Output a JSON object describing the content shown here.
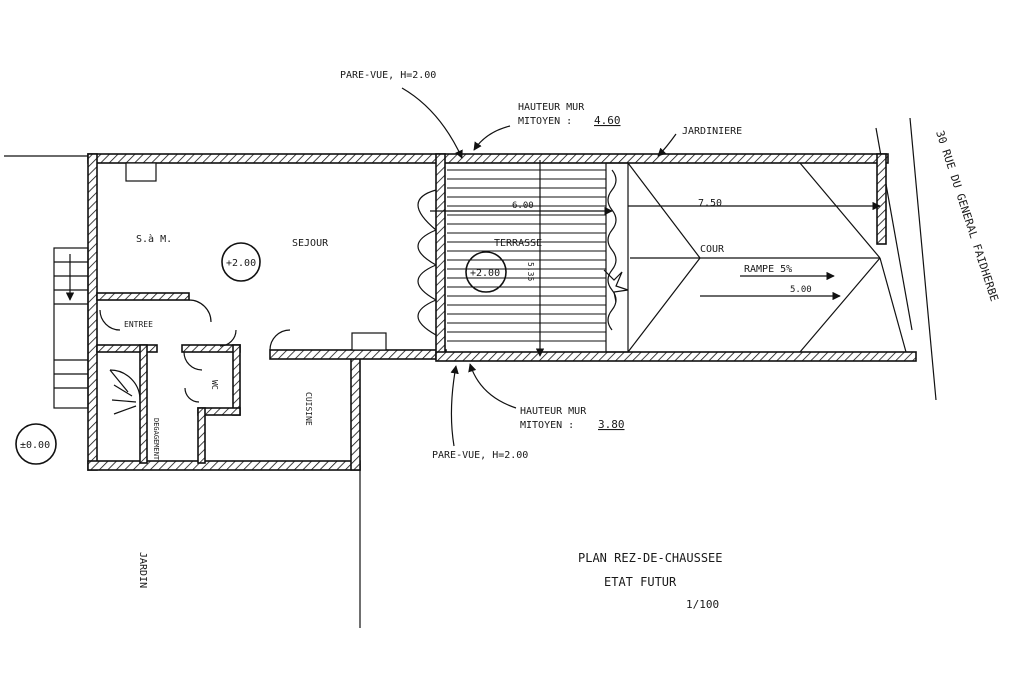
{
  "colors": {
    "ink": "#111111",
    "paper": "#ffffff"
  },
  "street": "30 RUE DU GENERAL FAIDHERBE",
  "annotations": {
    "pare_vue_top": "PARE-VUE, H=2.00",
    "pare_vue_bottom": "PARE-VUE, H=2.00",
    "hauteur_top_line1": "HAUTEUR MUR",
    "hauteur_top_line2": "MITOYEN :",
    "hauteur_top_value": "4.60",
    "hauteur_bottom_line1": "HAUTEUR MUR",
    "hauteur_bottom_line2": "MITOYEN :",
    "hauteur_bottom_value": "3.80",
    "jardiniere": "JARDINIERE"
  },
  "rooms": {
    "sam": "S.à M.",
    "sejour": "SEJOUR",
    "entree": "ENTREE",
    "wc": "WC",
    "cuisine": "CUISINE",
    "degagement": "DEGAGEMENT",
    "terrasse": "TERRASSE",
    "cour": "COUR",
    "jardin": "JARDIN"
  },
  "levels": {
    "sejour": "+2.00",
    "terrasse": "+2.00",
    "jardin": "±0.00"
  },
  "dimensions": {
    "terrasse_width": "6.00",
    "terrasse_depth": "5.35",
    "cour_width": "7.50",
    "rampe": "RAMPE 5%",
    "rampe_length": "5.00"
  },
  "title": {
    "line1": "PLAN REZ-DE-CHAUSSEE",
    "line2": "ETAT FUTUR",
    "scale": "1/100"
  }
}
